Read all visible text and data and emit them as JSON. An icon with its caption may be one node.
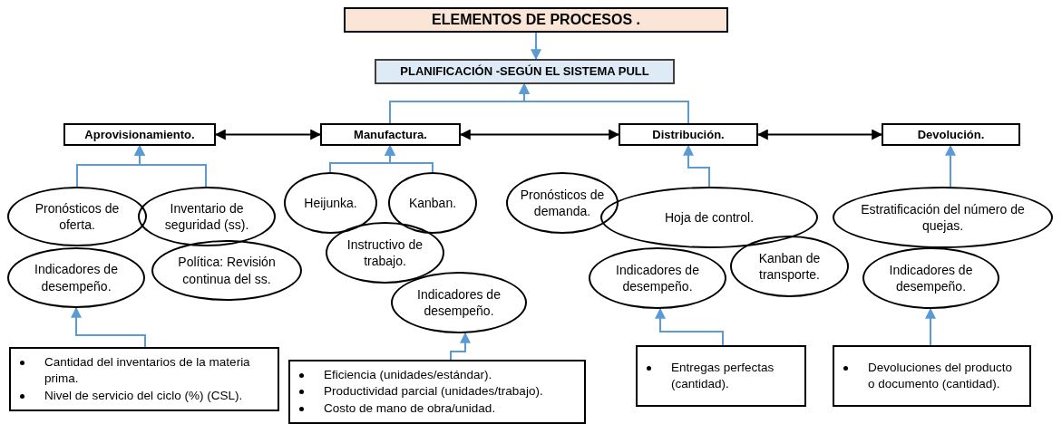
{
  "diagram": {
    "nodes": [
      {
        "text": [
          "ELEMENTOS DE PROCESOS ."
        ]
      },
      {
        "text": [
          "PLANIFICACIÓN -SEGÚN EL SISTEMA PULL"
        ]
      },
      {
        "text": [
          "Aprovisionamiento."
        ]
      },
      {
        "text": [
          "Manufactura."
        ]
      },
      {
        "text": [
          "Distribución."
        ]
      },
      {
        "text": [
          "Devolución."
        ]
      },
      {
        "text": [
          "Pronósticos de oferta."
        ]
      },
      {
        "text": [
          "Inventario de seguridad (ss)."
        ]
      },
      {
        "text": [
          "Indicadores de desempeño."
        ]
      },
      {
        "text": [
          "Política: Revisión continua del ss."
        ]
      },
      {
        "text": [
          "Heijunka."
        ]
      },
      {
        "text": [
          "Kanban."
        ]
      },
      {
        "text": [
          "Instructivo de trabajo."
        ]
      },
      {
        "text": [
          "Indicadores de desempeño."
        ]
      },
      {
        "text": [
          "Pronósticos de demanda."
        ]
      },
      {
        "text": [
          "Hoja de control."
        ]
      },
      {
        "text": [
          "Indicadores de desempeño."
        ]
      },
      {
        "text": [
          "Kanban de transporte."
        ]
      },
      {
        "text": [
          "Estratificación del número de quejas."
        ]
      },
      {
        "text": [
          "Indicadores de desempeño."
        ]
      },
      {
        "text": [
          "Cantidad del inventarios de la materia prima.",
          "Nivel de servicio del ciclo (%) (CSL)."
        ]
      },
      {
        "text": [
          "Eficiencia (unidades/estándar).",
          "Productividad parcial (unidades/trabajo).",
          "Costo de mano de obra/unidad."
        ]
      },
      {
        "text": [
          "Entregas perfectas (cantidad)."
        ]
      },
      {
        "text": [
          "Devoluciones del producto o documento (cantidad)."
        ]
      }
    ],
    "edges": [
      {
        "from": 0,
        "to": 1,
        "arrow": "to"
      },
      {
        "from": 3,
        "to": 1,
        "arrow": "to"
      },
      {
        "from": 4,
        "to": 1,
        "arrow": "to"
      },
      {
        "from": 2,
        "to": 3,
        "arrow": "both",
        "color": "#000000"
      },
      {
        "from": 3,
        "to": 4,
        "arrow": "both",
        "color": "#000000"
      },
      {
        "from": 4,
        "to": 5,
        "arrow": "both",
        "color": "#000000"
      },
      {
        "from": 6,
        "to": 2,
        "arrow": "to"
      },
      {
        "from": 7,
        "to": 2,
        "arrow": "to"
      },
      {
        "from": 10,
        "to": 3,
        "arrow": "to"
      },
      {
        "from": 11,
        "to": 3,
        "arrow": "to"
      },
      {
        "from": 15,
        "to": 4,
        "arrow": "to"
      },
      {
        "from": 18,
        "to": 5,
        "arrow": "to"
      },
      {
        "from": 20,
        "to": 8,
        "arrow": "to"
      },
      {
        "from": 21,
        "to": 13,
        "arrow": "to"
      },
      {
        "from": 22,
        "to": 16,
        "arrow": "to"
      },
      {
        "from": 23,
        "to": 19,
        "arrow": "to"
      }
    ]
  }
}
